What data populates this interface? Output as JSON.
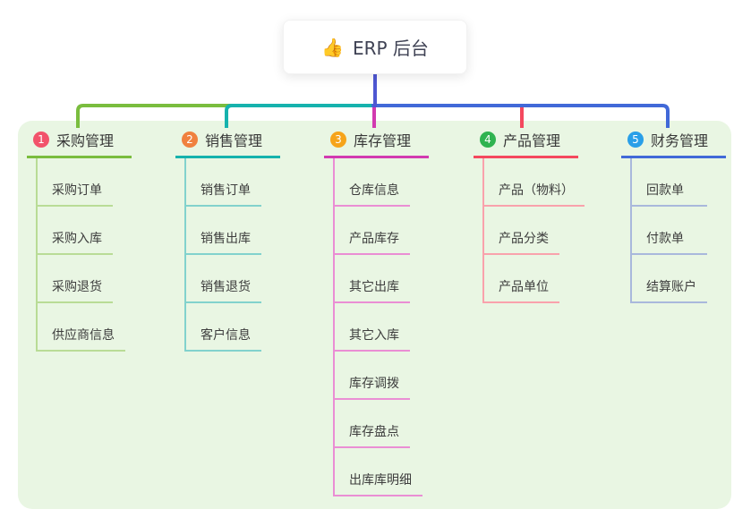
{
  "root": {
    "icon": "👍",
    "label": "ERP 后台"
  },
  "branches": [
    {
      "index": "1",
      "label": "采购管理",
      "badge_color": "#f2536b",
      "line_color": "#7abd3e",
      "child_line_color": "#b9dc96",
      "children": [
        "采购订单",
        "采购入库",
        "采购退货",
        "供应商信息"
      ]
    },
    {
      "index": "2",
      "label": "销售管理",
      "badge_color": "#f0813f",
      "line_color": "#16b2ad",
      "child_line_color": "#82d2cd",
      "children": [
        "销售订单",
        "销售出库",
        "销售退货",
        "客户信息"
      ]
    },
    {
      "index": "3",
      "label": "库存管理",
      "badge_color": "#f6a41a",
      "line_color": "#d23ab0",
      "child_line_color": "#ea8ed4",
      "children": [
        "仓库信息",
        "产品库存",
        "其它出库",
        "其它入库",
        "库存调拨",
        "库存盘点",
        "出库库明细"
      ]
    },
    {
      "index": "4",
      "label": "产品管理",
      "badge_color": "#2fb350",
      "line_color": "#f4485e",
      "child_line_color": "#f9a2ac",
      "children": [
        "产品（物料）",
        "产品分类",
        "产品单位"
      ]
    },
    {
      "index": "5",
      "label": "财务管理",
      "badge_color": "#299fe8",
      "line_color": "#4169d8",
      "child_line_color": "#a9b8dc",
      "children": [
        "回款单",
        "付款单",
        "结算账户"
      ]
    }
  ],
  "colors": {
    "canvas_bg": "#ffffff",
    "panel_bg": "#e9f6e3",
    "root_line": "#4e57d2",
    "title_text": "#383838",
    "child_text": "#3d3d3d"
  }
}
